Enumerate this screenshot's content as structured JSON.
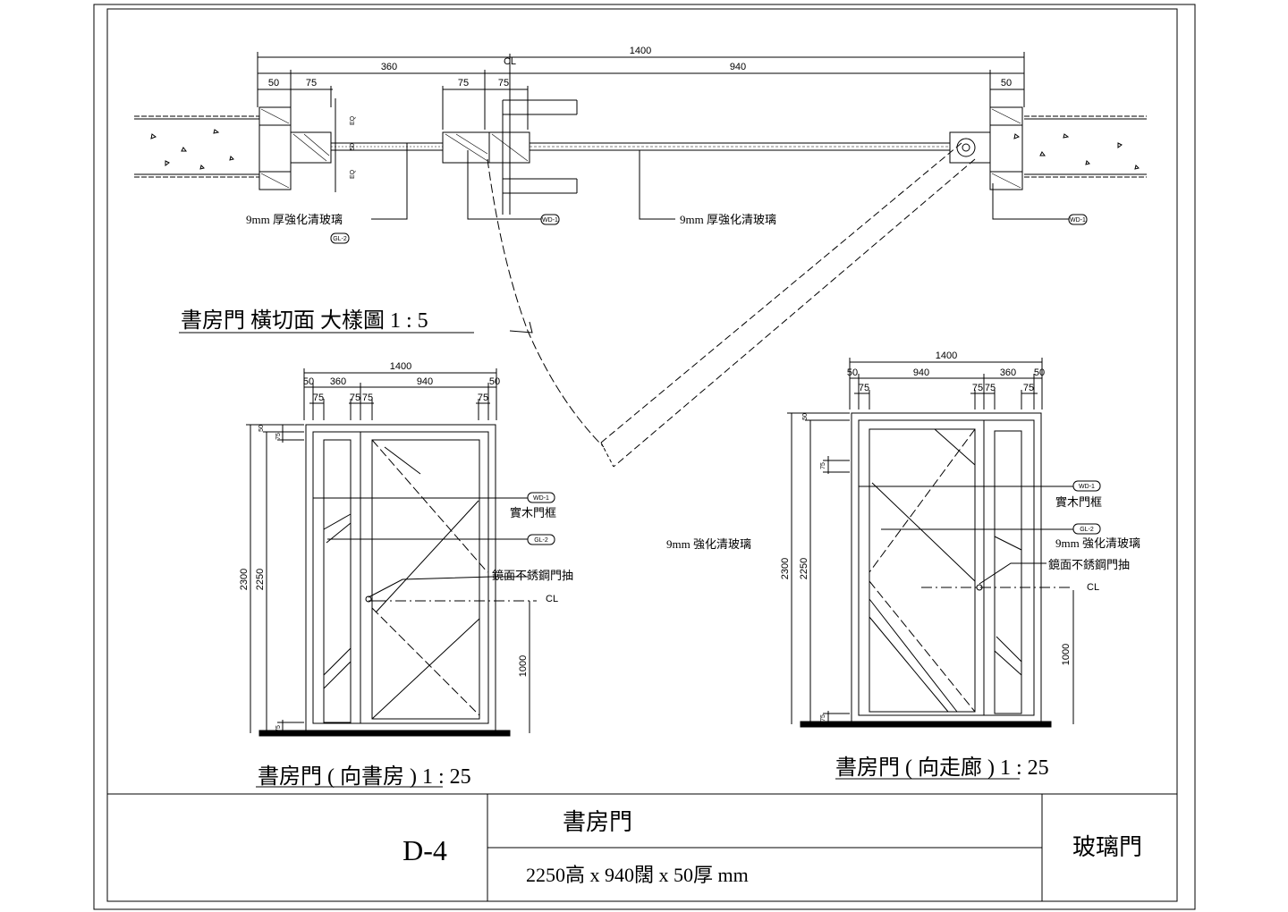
{
  "plan": {
    "overall_dim": "1400",
    "dim_360": "360",
    "dim_940": "940",
    "dim_50_left": "50",
    "dim_75_left": "75",
    "dim_75_mid_a": "75",
    "dim_75_mid_b": "75",
    "dim_50_right": "50",
    "eq_top": "EQ",
    "dim_50_v": "50",
    "eq_bottom": "EQ",
    "centerline": "CL",
    "label_glass_left": "9mm 厚強化清玻璃",
    "tag_left": "GL-2",
    "tag_mid": "WD-1",
    "label_glass_right": "9mm 厚強化清玻璃",
    "tag_right": "WD-1",
    "title": "書房門 橫切面 大樣圖 1 : 5"
  },
  "elev_left": {
    "dim_1400": "1400",
    "dim_50a": "50",
    "dim_360": "360",
    "dim_940": "940",
    "dim_50b": "50",
    "dim_75a": "75",
    "dim_75b": "75",
    "dim_75c": "75",
    "dim_75d": "75",
    "dim_2300": "2300",
    "dim_2250": "2250",
    "dim_50_v": "50",
    "dim_75_v_top": "75",
    "dim_75_v_bottom": "75",
    "dim_1000": "1000",
    "tag_wd": "WD-1",
    "label_frame": "實木門框",
    "tag_gl": "GL-2",
    "label_handle": "鏡面不銹鋼門抽",
    "centerline": "CL",
    "title": "書房門 ( 向書房 ) 1 : 25"
  },
  "elev_right": {
    "dim_1400": "1400",
    "dim_50a": "50",
    "dim_940": "940",
    "dim_360": "360",
    "dim_50b": "50",
    "dim_75a": "75",
    "dim_75b": "75",
    "dim_75c": "75",
    "dim_75d": "75",
    "dim_2300": "2300",
    "dim_2250": "2250",
    "dim_50_v": "50",
    "dim_75_v_top": "75",
    "dim_75_v_bottom": "75",
    "dim_1000": "1000",
    "tag_wd": "WD-1",
    "label_frame": "實木門框",
    "tag_gl": "GL-2",
    "label_glass": "9mm 強化清玻璃",
    "label_glass_side": "9mm 強化清玻璃",
    "label_handle": "鏡面不銹鋼門抽",
    "centerline": "CL",
    "title": "書房門 ( 向走廊 ) 1 : 25"
  },
  "title_block": {
    "drawing_no": "D-4",
    "name": "書房門",
    "spec": "2250高 x 940闊 x 50厚 mm",
    "type": "玻璃門"
  }
}
